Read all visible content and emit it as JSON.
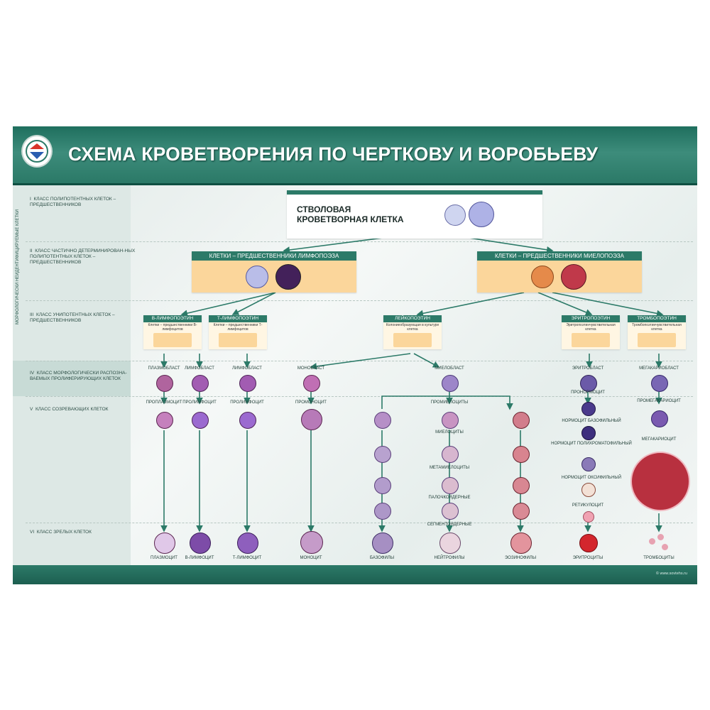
{
  "title": "СХЕМА КРОВЕТВОРЕНИЯ  ПО ЧЕРТКОВУ И ВОРОБЬЕВУ",
  "side_label": "МОРФОЛОГИЧЕСКИ НЕИДЕНТИФИЦИРУЕМЫЕ КЛЕТКИ",
  "rows": [
    {
      "num": "I",
      "text": "КЛАСС ПОЛИПОТЕНТНЫХ КЛЕТОК – ПРЕДШЕСТВЕННИКОВ"
    },
    {
      "num": "II",
      "text": "КЛАСС ЧАСТИЧНО ДЕТЕРМИНИРОВАН-НЫХ ПОЛИПОТЕНТНЫХ КЛЕТОК – ПРЕДШЕСТВЕННИКОВ"
    },
    {
      "num": "III",
      "text": "КЛАСС УНИПОТЕНТНЫХ КЛЕТОК – ПРЕДШЕСТВЕННИКОВ"
    },
    {
      "num": "IV",
      "text": "КЛАСС МОРФОЛОГИЧЕСКИ РАСПОЗНА-ВАЕМЫХ ПРОЛИФЕРИРУЮЩИХ КЛЕТОК"
    },
    {
      "num": "V",
      "text": "КЛАСС СОЗРЕВАЮЩИХ КЛЕТОК"
    },
    {
      "num": "VI",
      "text": "КЛАСС ЗРЕЛЫХ КЛЕТОК"
    }
  ],
  "stem": {
    "line1": "СТВОЛОВАЯ",
    "line2": "КРОВЕТВОРНАЯ КЛЕТКА"
  },
  "precursors": {
    "lymph": "КЛЕТКИ – ПРЕДШЕСТВЕННИКИ ЛИМФОПОЭЗА",
    "myelo": "КЛЕТКИ – ПРЕДШЕСТВЕННИКИ МИЕЛОПОЭЗА"
  },
  "poetins": [
    {
      "title": "В-ЛИМФОПОЭТИН",
      "sub": "Клетки – предшественники В-лимфоцитов"
    },
    {
      "title": "Т-ЛИМФОПОЭТИН",
      "sub": "Клетки – предшественники Т-лимфоцитов"
    },
    {
      "title": "ЛЕЙКОПОЭТИН",
      "sub": "Колониеобразующая в культуре клетка"
    },
    {
      "title": "ЭРИТРОПОЭТИН",
      "sub": "Эритропоэтинчувствительная клетка"
    },
    {
      "title": "ТРОМБОПОЭТИН",
      "sub": "Тромбопоэтинчувствительная клетка"
    }
  ],
  "labels": {
    "plasmoblast": "ПЛАЗМОБЛАСТ",
    "lymphoblast": "ЛИМФОБЛАСТ",
    "lymphoblast2": "ЛИМФОБЛАСТ",
    "monoblast": "МОНОБЛАСТ",
    "myeloblast": "МИЕЛОБЛАСТ",
    "erythroblast": "ЭРИТРОБЛАСТ",
    "megakaryoblast": "МЕГАКАРИОБЛАСТ",
    "proplasmocyte": "ПРОПЛАЗМОЦИТ",
    "prolymphocyte": "ПРОЛИМФОЦИТ",
    "prolymphocyte2": "ПРОЛИМФОЦИТ",
    "promonocyte": "ПРОМОНОЦИТ",
    "promyelocytes": "ПРОМИЕЛОЦИТЫ",
    "pronormocyte": "ПРОНОРМОЦИТ",
    "promegakaryocyte": "ПРОМЕГАКАРИОЦИТ",
    "normocyte_baso": "НОРМОЦИТ БАЗОФИЛЬНЫЙ",
    "normocyte_poly": "НОРМОЦИТ ПОЛИХРОМАТОФИЛЬНЫЙ",
    "normocyte_oxy": "НОРМОЦИТ ОКСИФИЛЬНЫЙ",
    "megakaryocyte": "МЕГАКАРИОЦИТ",
    "myelocytes": "МИЕЛОЦИТЫ",
    "metamyelocytes": "МЕТАМИЕЛОЦИТЫ",
    "band": "ПАЛОЧКОЯДЕРНЫЕ",
    "segmented": "СЕГМЕНТОЯДЕРНЫЕ",
    "reticulocyte": "РЕТИКУЛОЦИТ",
    "plasmocyte": "ПЛАЗМОЦИТ",
    "b_lymphocyte": "В-ЛИМФОЦИТ",
    "t_lymphocyte": "Т-ЛИМФОЦИТ",
    "monocyte": "МОНОЦИТ",
    "basophils": "БАЗОФИЛЫ",
    "neutrophils": "НЕЙТРОФИЛЫ",
    "eosinophils": "ЭОЗИНОФИЛЫ",
    "erythrocytes": "ЭРИТРОЦИТЫ",
    "thrombocytes": "ТРОМБОЦИТЫ"
  },
  "footer": "© www.sovtehs.ru",
  "colors": {
    "brand": "#2c7a68",
    "panel": "#fbd69b",
    "nucleus": "#6b2a6e"
  }
}
